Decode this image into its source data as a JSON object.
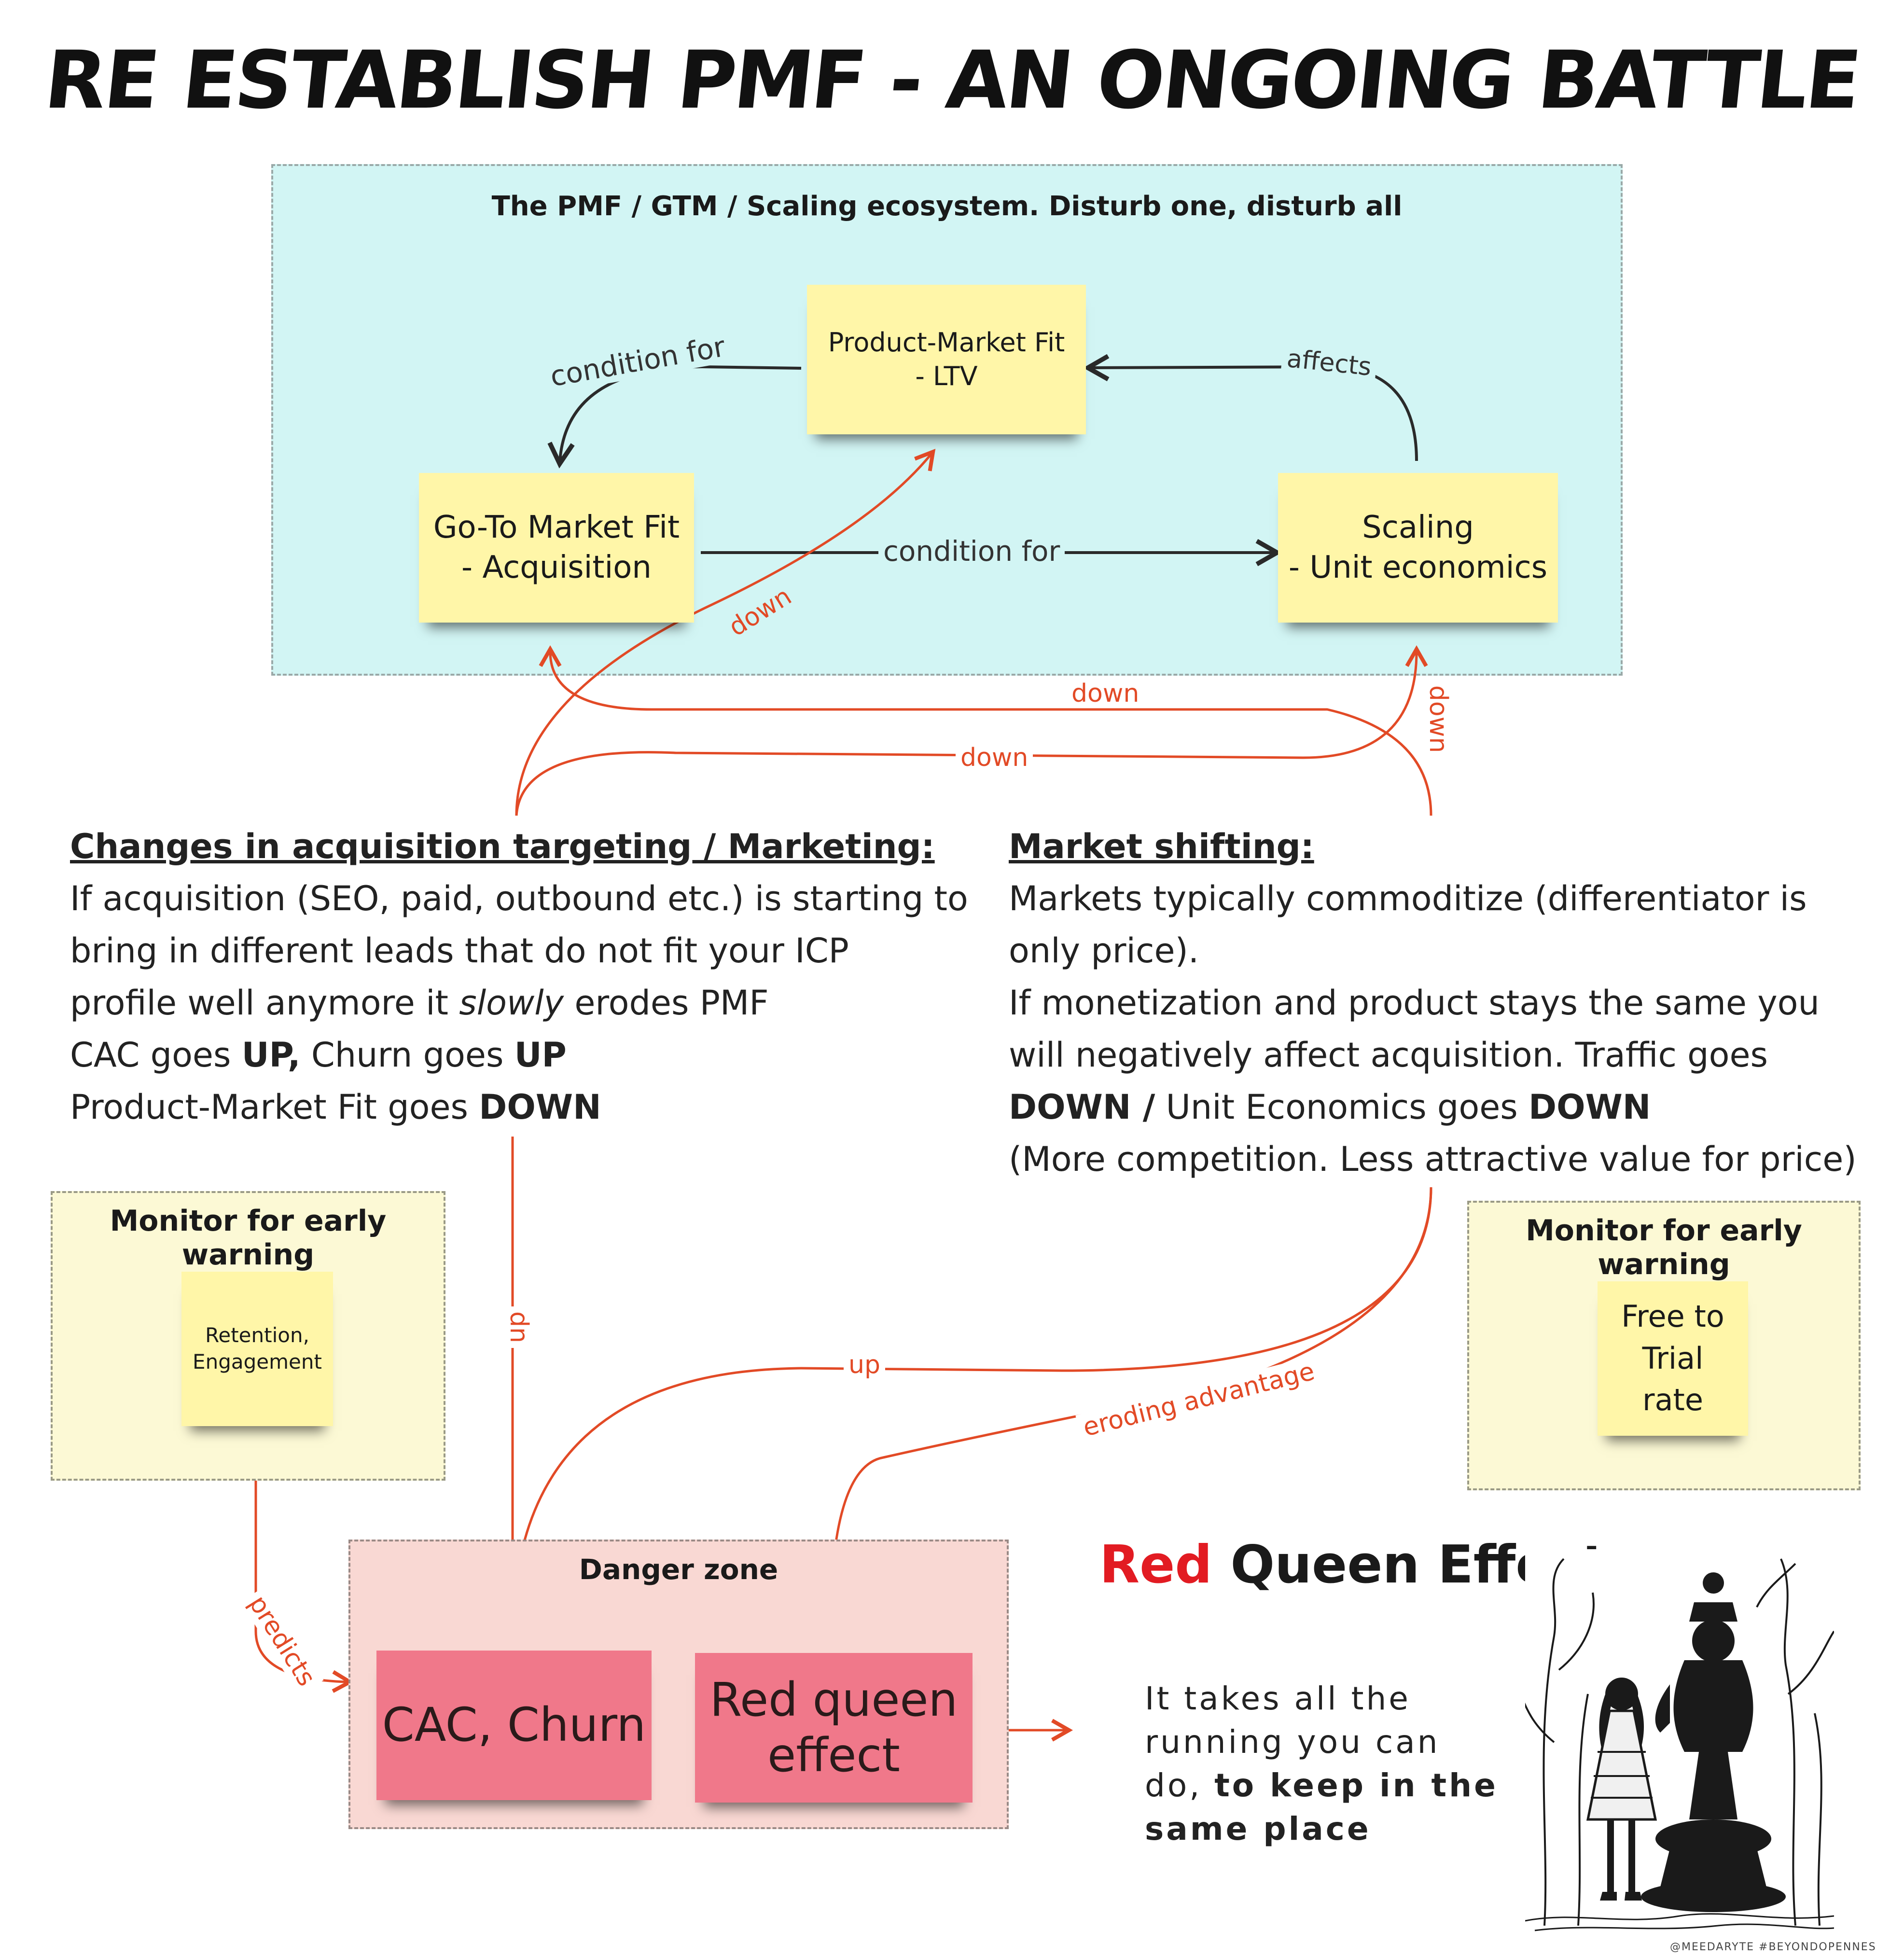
{
  "title": "RE ESTABLISH PMF - AN ONGOING BATTLE",
  "ecosystem": {
    "title": "The PMF / GTM / Scaling ecosystem. Disturb one, disturb all",
    "pmf": {
      "line1": "Product-Market Fit",
      "line2": "- LTV"
    },
    "gtm": {
      "line1": "Go-To Market Fit",
      "line2": "- Acquisition"
    },
    "scaling": {
      "line1": "Scaling",
      "line2": "- Unit economics"
    },
    "edges": {
      "pmf_to_gtm": "condition for",
      "gtm_to_scaling": "condition for",
      "scaling_to_pmf": "affects"
    }
  },
  "red_edges": {
    "down_pmf": "down",
    "down_gtm": "down",
    "down_scaling": "down",
    "down_scaling_2": "down",
    "dn": "dn",
    "up": "up",
    "eroding": "eroding advantage",
    "predicts": "predicts"
  },
  "left_text": {
    "heading": "Changes in acquisition targeting / Marketing:",
    "l1": "If acquisition (SEO, paid, outbound etc.) is starting to",
    "l2": "bring in different leads that do not fit your ICP",
    "l3a": "profile well anymore it ",
    "l3b": "slowly",
    "l3c": " erodes PMF",
    "l4a": "CAC goes ",
    "l4b": "UP,",
    "l4c": " Churn goes ",
    "l4d": "UP",
    "l5a": "Product-Market Fit goes ",
    "l5b": "DOWN"
  },
  "right_text": {
    "heading": "Market shifting:",
    "l1": "Markets typically commoditize (differentiator is",
    "l2": "only price).",
    "l3": "If monetization and product stays the same you",
    "l4": "will negatively affect acquisition. Traffic goes",
    "l5a": "DOWN /",
    "l5b": " Unit Economics goes ",
    "l5c": "DOWN",
    "l6": "(More competition. Less attractive value for price)"
  },
  "monitor_left": {
    "title": "Monitor for early warning",
    "note_l1": "Retention,",
    "note_l2": "Engagement"
  },
  "monitor_right": {
    "title": "Monitor for early warning",
    "note_l1": "Free to",
    "note_l2": "Trial",
    "note_l3": "rate"
  },
  "danger": {
    "title": "Danger zone",
    "cac": "CAC, Churn",
    "rq_l1": "Red queen",
    "rq_l2": "effect"
  },
  "red_queen": {
    "title_red": "Red",
    "title_rest": " Queen Effect",
    "q1": "It takes all the",
    "q2": "running you can",
    "q3a": "do, ",
    "q3b": "to keep in the",
    "q4": "same place",
    "credit": "@MEEDARYTE #BEYONDOPENNES"
  },
  "colors": {
    "accent_red": "#e24a26",
    "sticky_yellow": "#fff6a8",
    "sticky_pink": "#f0788a",
    "eco_bg": "#d2f5f4",
    "danger_bg": "#f9d8d3"
  }
}
